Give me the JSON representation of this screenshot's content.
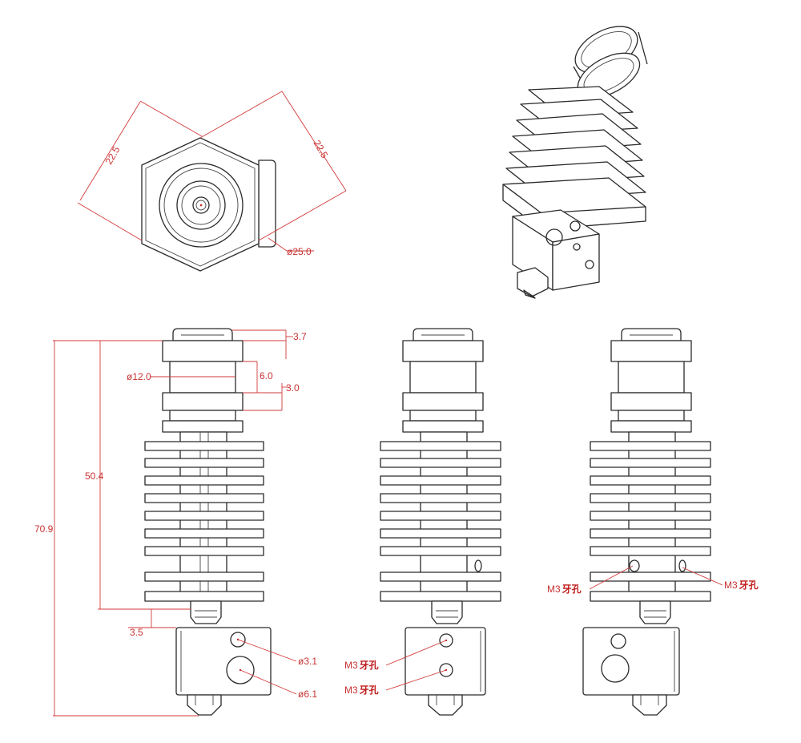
{
  "colors": {
    "line": "#2a2a2a",
    "dimension": "#d23a3a",
    "background": "#ffffff"
  },
  "top_view": {
    "flat_dim_left": "22.5",
    "flat_dim_right": "22.5",
    "diameter": "ø25.0"
  },
  "front_view": {
    "dim_cap": "3.7",
    "dim_neck_dia": "ø12.0",
    "dim_neck": "6.0",
    "dim_collar": "3.0",
    "dim_body": "50.4",
    "dim_total": "70.9",
    "dim_gap": "3.5",
    "hole_small": "ø3.1",
    "hole_large": "ø6.1"
  },
  "side_view": {
    "thread_label_top": {
      "prefix": "M3",
      "suffix": "牙孔"
    },
    "thread_label_bottom": {
      "prefix": "M3",
      "suffix": "牙孔"
    }
  },
  "rear_view": {
    "thread_label_left": {
      "prefix": "M3",
      "suffix": "牙孔"
    },
    "thread_label_right": {
      "prefix": "M3",
      "suffix": "牙孔"
    }
  }
}
